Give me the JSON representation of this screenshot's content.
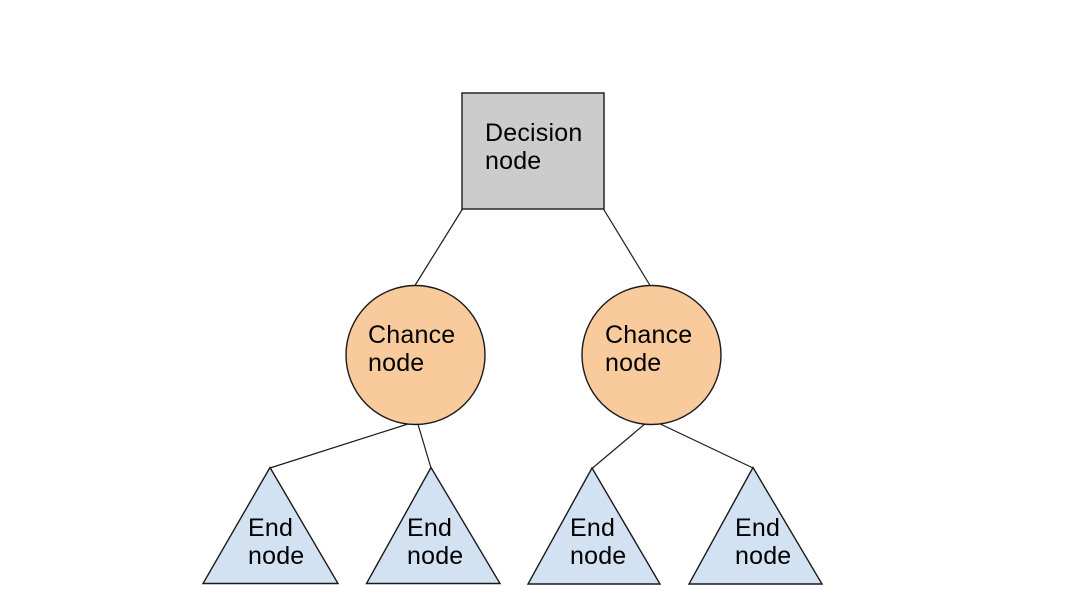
{
  "diagram": {
    "type": "decision-tree",
    "background": "#ffffff",
    "colors": {
      "decision_fill": "#cccccc",
      "chance_fill": "#f9cb9c",
      "end_fill": "#d3e2f3",
      "stroke": "#1a1a1a",
      "text": "#000000"
    },
    "nodes": {
      "decision": {
        "shape": "square",
        "label": "Decision\nnode"
      },
      "chance_left": {
        "shape": "circle",
        "label": "Chance\nnode"
      },
      "chance_right": {
        "shape": "circle",
        "label": "Chance\nnode"
      },
      "end_1": {
        "shape": "triangle",
        "label": "End\nnode"
      },
      "end_2": {
        "shape": "triangle",
        "label": "End\nnode"
      },
      "end_3": {
        "shape": "triangle",
        "label": "End\nnode"
      },
      "end_4": {
        "shape": "triangle",
        "label": "End\nnode"
      }
    },
    "edges": [
      {
        "from": "decision",
        "to": "chance_left"
      },
      {
        "from": "decision",
        "to": "chance_right"
      },
      {
        "from": "chance_left",
        "to": "end_1"
      },
      {
        "from": "chance_left",
        "to": "end_2"
      },
      {
        "from": "chance_right",
        "to": "end_3"
      },
      {
        "from": "chance_right",
        "to": "end_4"
      }
    ]
  }
}
